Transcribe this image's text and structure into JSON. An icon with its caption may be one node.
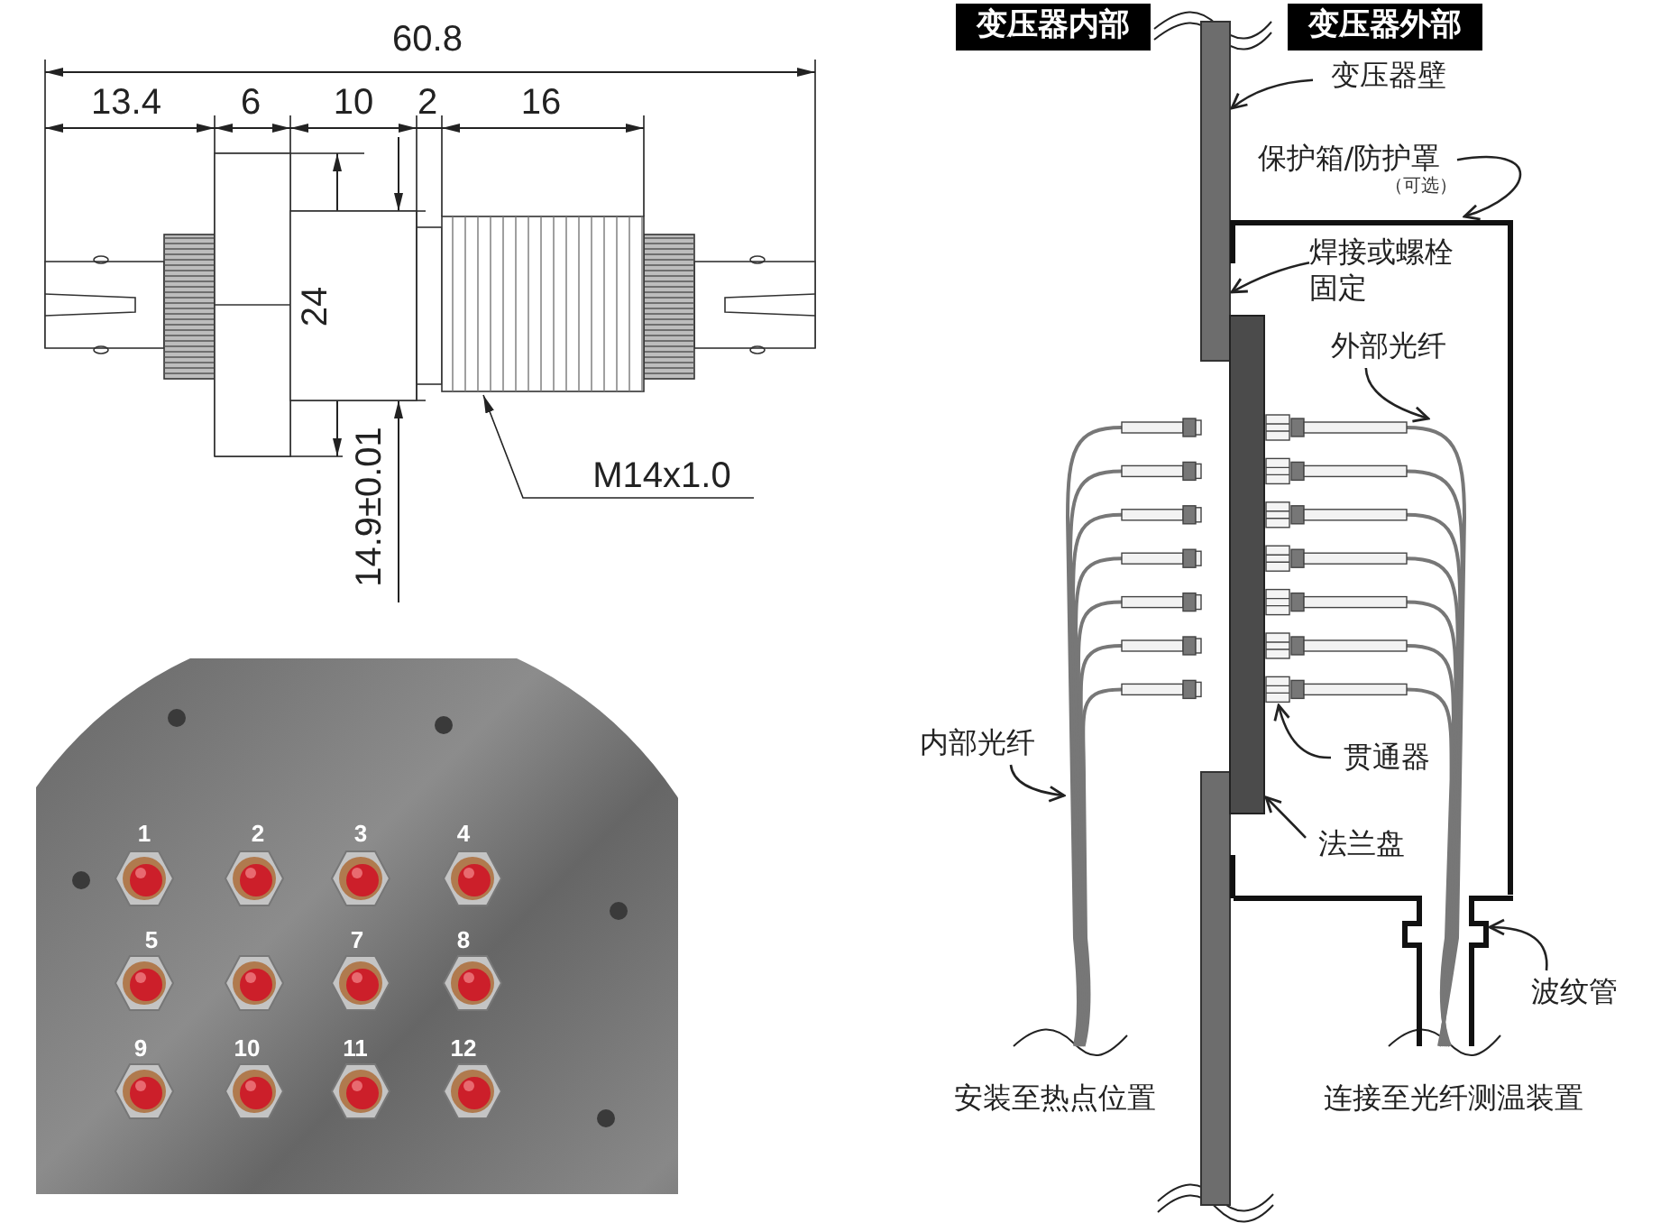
{
  "diagram": {
    "nodes": [
      {
        "text": [
          "变压器内部"
        ]
      },
      {
        "text": [
          "变压器外部"
        ]
      },
      {
        "text": [
          "变压器壁"
        ]
      },
      {
        "text": [
          "保护箱/防护罩",
          "（可选）"
        ]
      },
      {
        "text": [],
        "shape": "box"
      },
      {
        "text": [
          "焊接或螺栓固定"
        ],
        "in": 4
      },
      {
        "text": [
          "外部光纤"
        ],
        "in": 4
      },
      {
        "text": [
          "贯通器"
        ],
        "in": 4
      },
      {
        "text": [
          "内部光纤"
        ]
      },
      {
        "text": [
          "法兰盘"
        ],
        "in": 4
      },
      {
        "text": [
          "波纹管"
        ]
      },
      {
        "text": [
          "M14x1.0"
        ]
      },
      {
        "text": [],
        "shape": "bar"
      },
      {
        "text": [],
        "shape": "bar"
      },
      {
        "text": [],
        "shape": "picture"
      },
      {
        "text": [],
        "shape": "picture"
      },
      {
        "text": [],
        "shape": "picture"
      },
      {
        "text": [],
        "shape": "picture"
      },
      {
        "text": [],
        "shape": "picture"
      }
    ],
    "edges": [
      {
        "from": 2,
        "to": 12,
        "arrow": "to"
      },
      {
        "from": 3,
        "to": 4,
        "arrow": "to"
      },
      {
        "from": 5,
        "to": 12,
        "arrow": "to"
      },
      {
        "from": 6,
        "to": 15,
        "arrow": "to"
      },
      {
        "from": 7,
        "to": 16,
        "arrow": "to"
      },
      {
        "from": 8,
        "to": 14,
        "arrow": "to"
      },
      {
        "from": 9,
        "to": 13,
        "arrow": "to"
      },
      {
        "from": 10,
        "to": 17,
        "arrow": "to"
      },
      {
        "from": 11,
        "to": 18,
        "arrow": "to"
      }
    ],
    "labels": [
      "60.8",
      "13.4",
      "6",
      "10",
      "2",
      "16",
      "24",
      "14.9±0.01",
      "1",
      "2",
      "3",
      "4",
      "5",
      "7",
      "8",
      "9",
      "10",
      "11",
      "12",
      "安装至热点位置",
      "连接至光纤测温装置"
    ]
  }
}
